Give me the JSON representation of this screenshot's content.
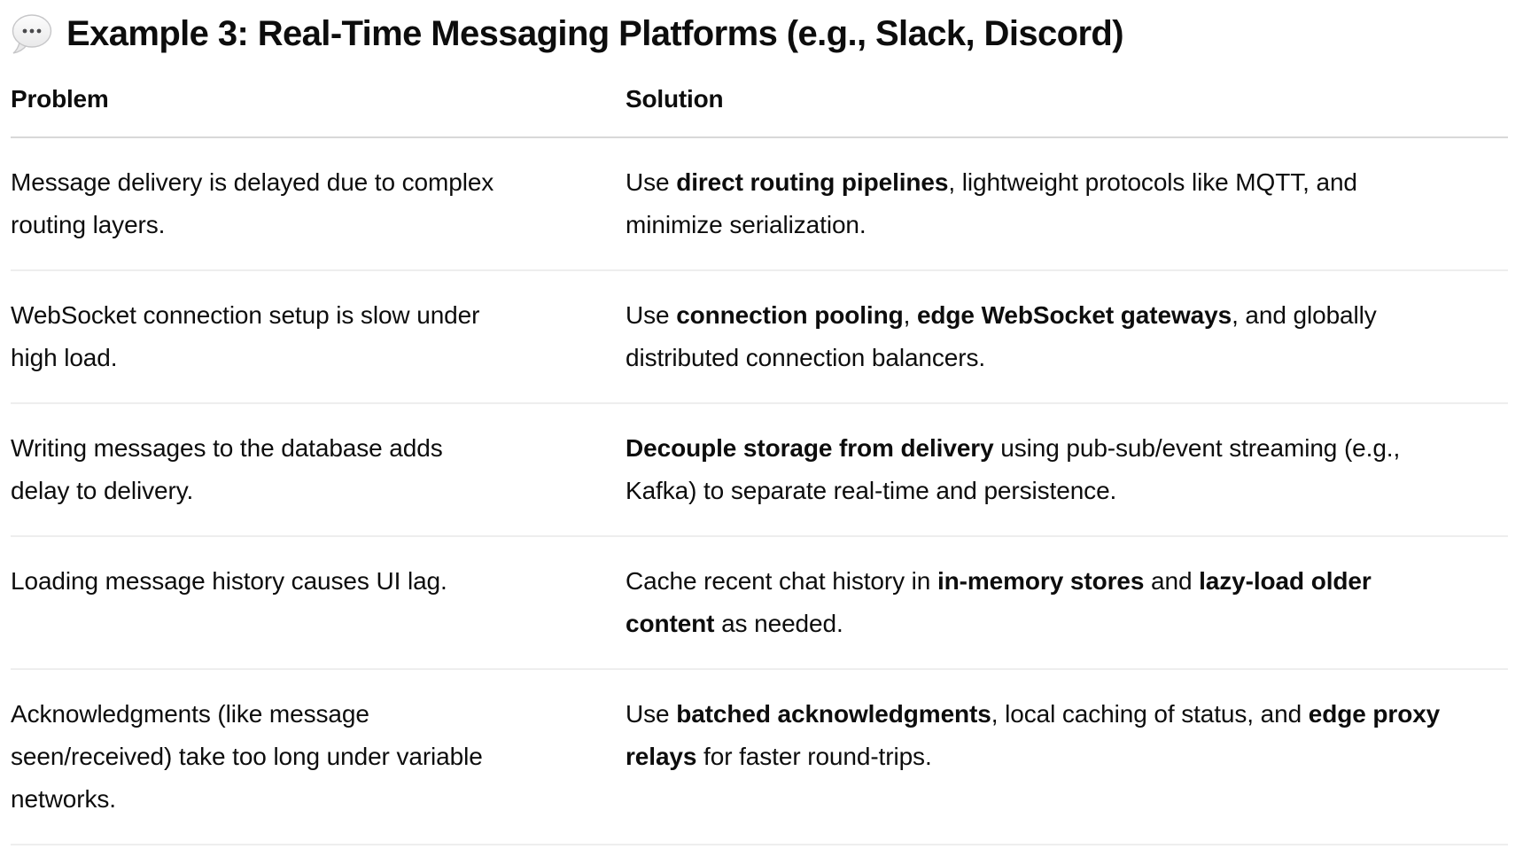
{
  "title": {
    "emoji": "💬",
    "emoji_icon": "speech-balloon-icon",
    "text": "Example 3: Real-Time Messaging Platforms (e.g., Slack, Discord)"
  },
  "colors": {
    "background": "#ffffff",
    "text": "#0d0d0d",
    "header_divider": "#d8d8d8",
    "row_divider": "#eeeeee"
  },
  "table": {
    "columns": [
      "Problem",
      "Solution"
    ],
    "rows": [
      {
        "problem": [
          {
            "text": "Message delivery is delayed due to complex routing layers.",
            "bold": false
          }
        ],
        "solution": [
          {
            "text": "Use ",
            "bold": false
          },
          {
            "text": "direct routing pipelines",
            "bold": true
          },
          {
            "text": ", lightweight protocols like MQTT, and minimize serialization.",
            "bold": false
          }
        ]
      },
      {
        "problem": [
          {
            "text": "WebSocket connection setup is slow under high load.",
            "bold": false
          }
        ],
        "solution": [
          {
            "text": "Use ",
            "bold": false
          },
          {
            "text": "connection pooling",
            "bold": true
          },
          {
            "text": ", ",
            "bold": false
          },
          {
            "text": "edge WebSocket gateways",
            "bold": true
          },
          {
            "text": ", and globally distributed connection balancers.",
            "bold": false
          }
        ]
      },
      {
        "problem": [
          {
            "text": "Writing messages to the database adds delay to delivery.",
            "bold": false
          }
        ],
        "solution": [
          {
            "text": "Decouple storage from delivery",
            "bold": true
          },
          {
            "text": " using pub-sub/event streaming (e.g., Kafka) to separate real-time and persistence.",
            "bold": false
          }
        ]
      },
      {
        "problem": [
          {
            "text": "Loading message history causes UI lag.",
            "bold": false
          }
        ],
        "solution": [
          {
            "text": "Cache recent chat history in ",
            "bold": false
          },
          {
            "text": "in-memory stores",
            "bold": true
          },
          {
            "text": " and ",
            "bold": false
          },
          {
            "text": "lazy-load older content",
            "bold": true
          },
          {
            "text": " as needed.",
            "bold": false
          }
        ]
      },
      {
        "problem": [
          {
            "text": "Acknowledgments (like message seen/received) take too long under variable networks.",
            "bold": false
          }
        ],
        "solution": [
          {
            "text": "Use ",
            "bold": false
          },
          {
            "text": "batched acknowledgments",
            "bold": true
          },
          {
            "text": ", local caching of status, and ",
            "bold": false
          },
          {
            "text": "edge proxy relays",
            "bold": true
          },
          {
            "text": " for faster round-trips.",
            "bold": false
          }
        ]
      }
    ]
  }
}
